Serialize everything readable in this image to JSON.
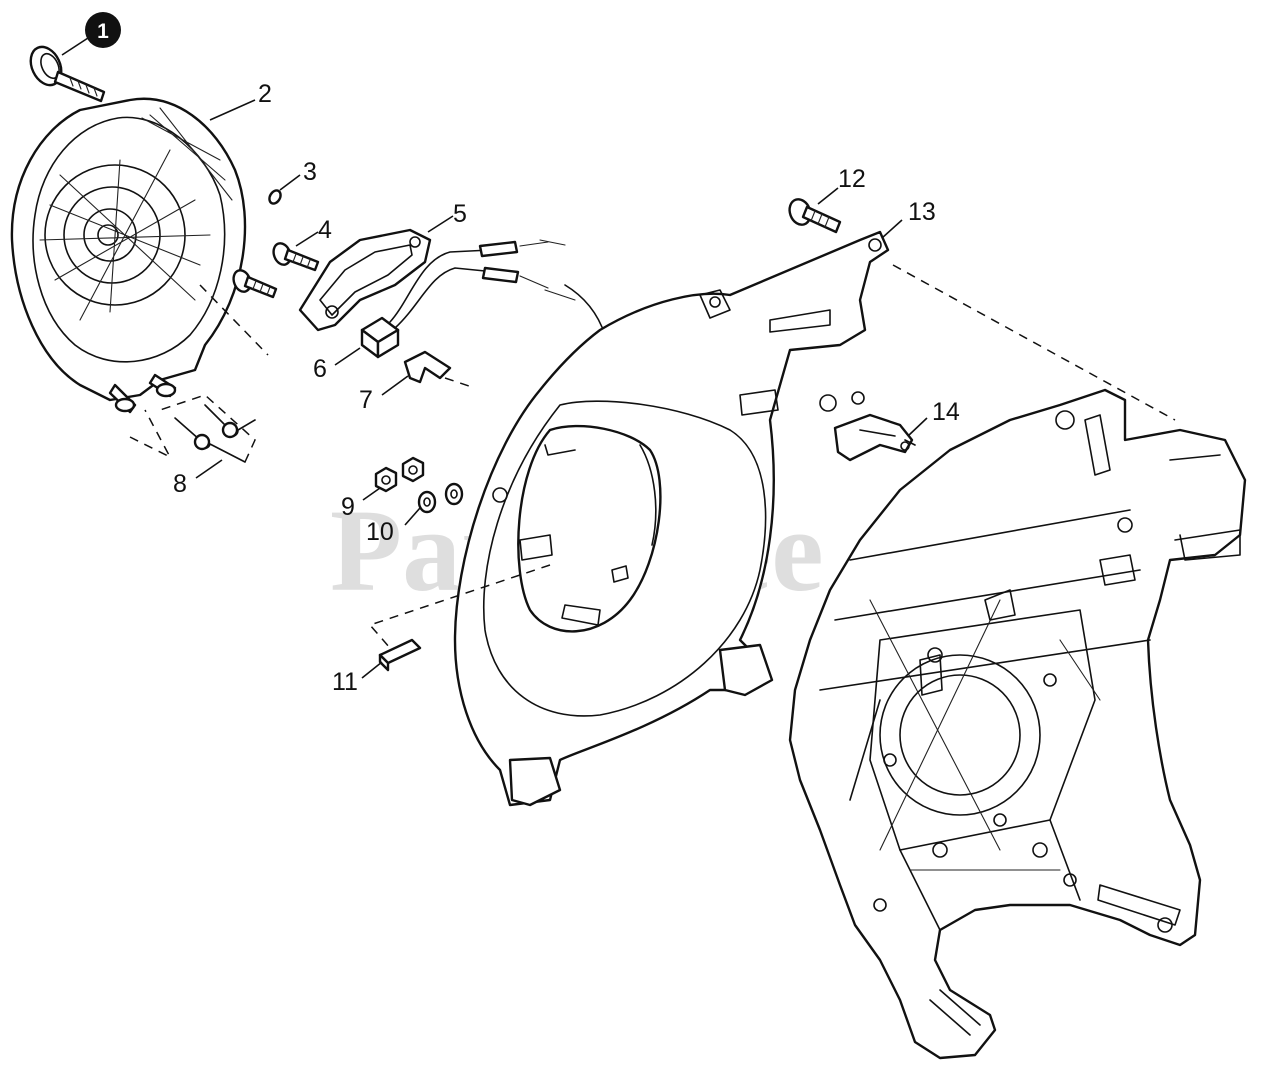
{
  "watermark": "PartsTree",
  "callouts": [
    {
      "id": "1",
      "text": "1",
      "highlighted": true
    },
    {
      "id": "2",
      "text": "2"
    },
    {
      "id": "3",
      "text": "3"
    },
    {
      "id": "4",
      "text": "4"
    },
    {
      "id": "5",
      "text": "5"
    },
    {
      "id": "6",
      "text": "6"
    },
    {
      "id": "7",
      "text": "7"
    },
    {
      "id": "8",
      "text": "8"
    },
    {
      "id": "9",
      "text": "9"
    },
    {
      "id": "10",
      "text": "10"
    },
    {
      "id": "11",
      "text": "11"
    },
    {
      "id": "12",
      "text": "12"
    },
    {
      "id": "13",
      "text": "13"
    },
    {
      "id": "14",
      "text": "14"
    }
  ],
  "colors": {
    "line": "#111111",
    "badge": "#111111",
    "watermark": "#c4c4c4"
  }
}
